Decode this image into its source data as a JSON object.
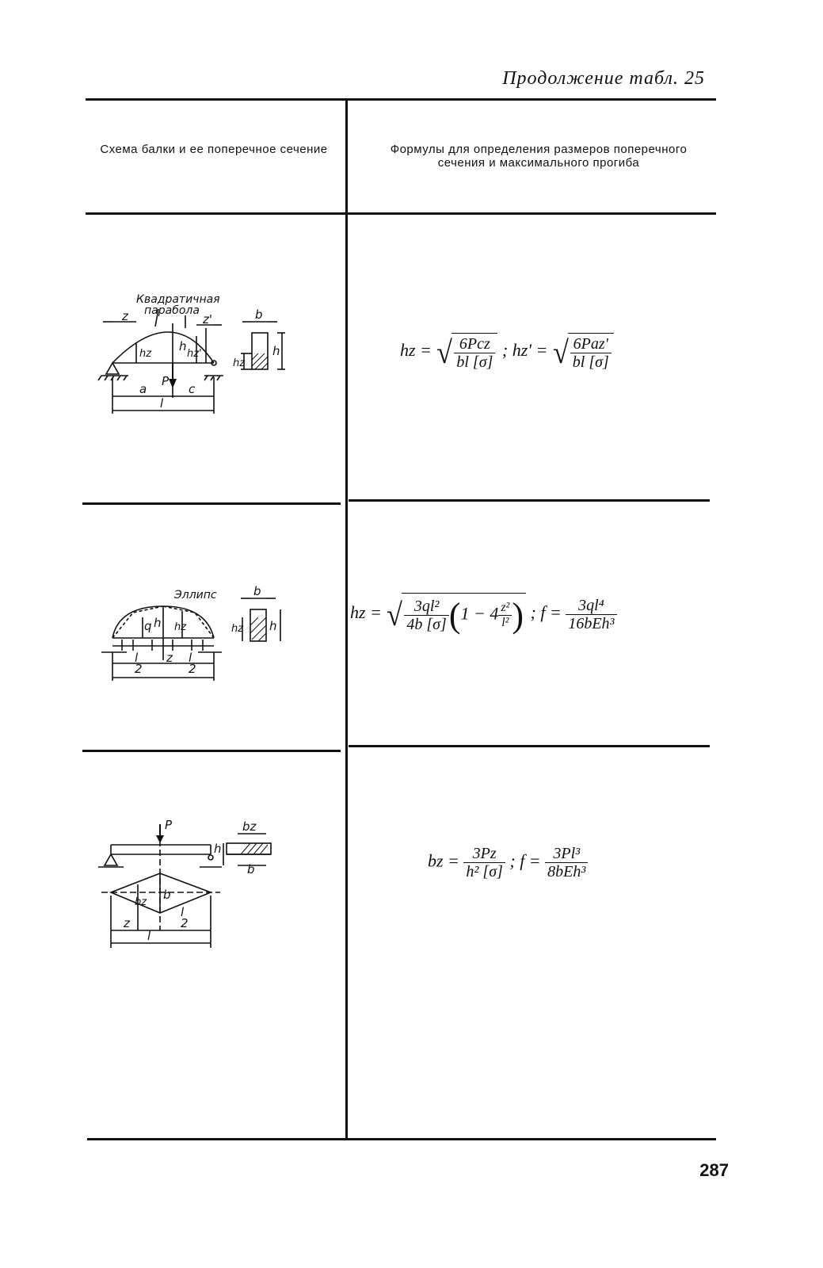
{
  "caption": "Продолжение табл. 25",
  "table": {
    "col1_header": "Схема балки и ее поперечное сечение",
    "col2_header": "Формулы для определения размеров поперечного сечения и максимального прогиба",
    "rows": [
      {
        "diagram_labels": [
          "Квадратичная парабола",
          "z",
          "z'",
          "h",
          "hz",
          "hz'",
          "b",
          "a",
          "P",
          "c",
          "l"
        ],
        "diagram_label_text": "Квадратичная парабола",
        "formula": {
          "lhs1": "hz =",
          "num1": "6Pcz",
          "den1": "bl [σ]",
          "sep": ";",
          "lhs2": "hz' =",
          "num2": "6Paz'",
          "den2": "bl [σ]"
        }
      },
      {
        "diagram_label_text": "Эллипс",
        "formula": {
          "lhs1": "hz =",
          "num1": "3ql²",
          "den1": "4b [σ]",
          "paren_inner": "1 − 4",
          "num_z": "z²",
          "den_z": "l²",
          "sep": ";",
          "lhs2": "f =",
          "num2": "3ql⁴",
          "den2": "16bEh³"
        }
      },
      {
        "diagram_label_text": "",
        "formula": {
          "lhs1": "bz =",
          "num1": "3Pz",
          "den1": "h² [σ]",
          "sep": ";",
          "lhs2": "f =",
          "num2": "3Pl³",
          "den2": "8bEh³"
        }
      }
    ]
  },
  "page_number": "287"
}
